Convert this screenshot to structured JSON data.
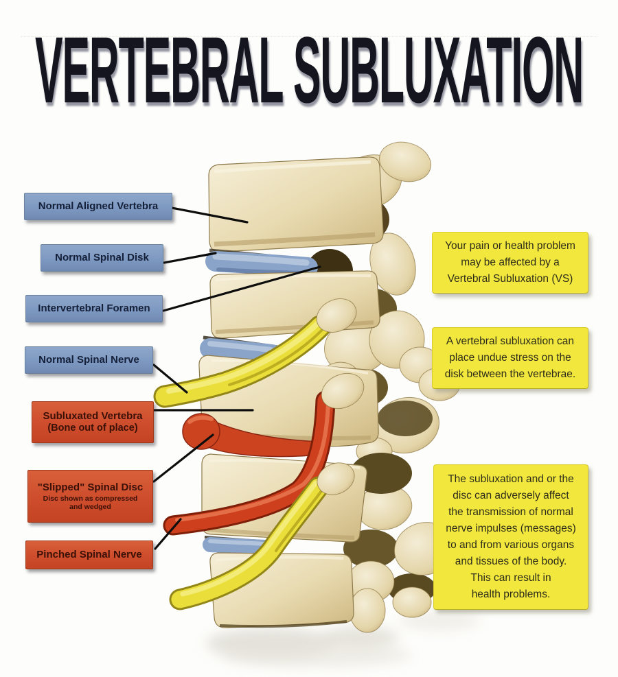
{
  "title": "VERTEBRAL SUBLUXATION",
  "labels": [
    {
      "text": "Normal Aligned Vertebra",
      "type": "normal"
    },
    {
      "text": "Normal Spinal Disk",
      "type": "normal"
    },
    {
      "text": "Intervertebral Foramen",
      "type": "normal"
    },
    {
      "text": "Normal Spinal Nerve",
      "type": "normal"
    },
    {
      "text": "Subluxated Vertebra",
      "subtext": "(Bone out of place)",
      "type": "problem"
    },
    {
      "text": "\"Slipped\" Spinal Disc",
      "subtext": "Disc shown as compressed\nand wedged",
      "type": "problem"
    },
    {
      "text": "Pinched Spinal Nerve",
      "type": "problem"
    }
  ],
  "callouts": [
    {
      "text": "Your pain or health problem\nmay be affected by a\nVertebral Subluxation (VS)"
    },
    {
      "text": "A vertebral subluxation can\nplace undue stress on the\ndisk between the vertebrae."
    },
    {
      "text": "The subluxation and or the\ndisc can adversely affect\nthe transmission of normal\nnerve impulses (messages)\nto and from various organs\nand tissues of the body.\nThis can result in\nhealth problems."
    }
  ],
  "colors": {
    "normal_label_bg": "#7e99c1",
    "problem_label_bg": "#cf4e2d",
    "callout_bg": "#f2e73d",
    "bone": "#e8dab0",
    "disc_normal": "#8aa3c8",
    "nerve_normal": "#eade3b",
    "nerve_pinched": "#cd3f1d",
    "title_text": "#14151f"
  }
}
